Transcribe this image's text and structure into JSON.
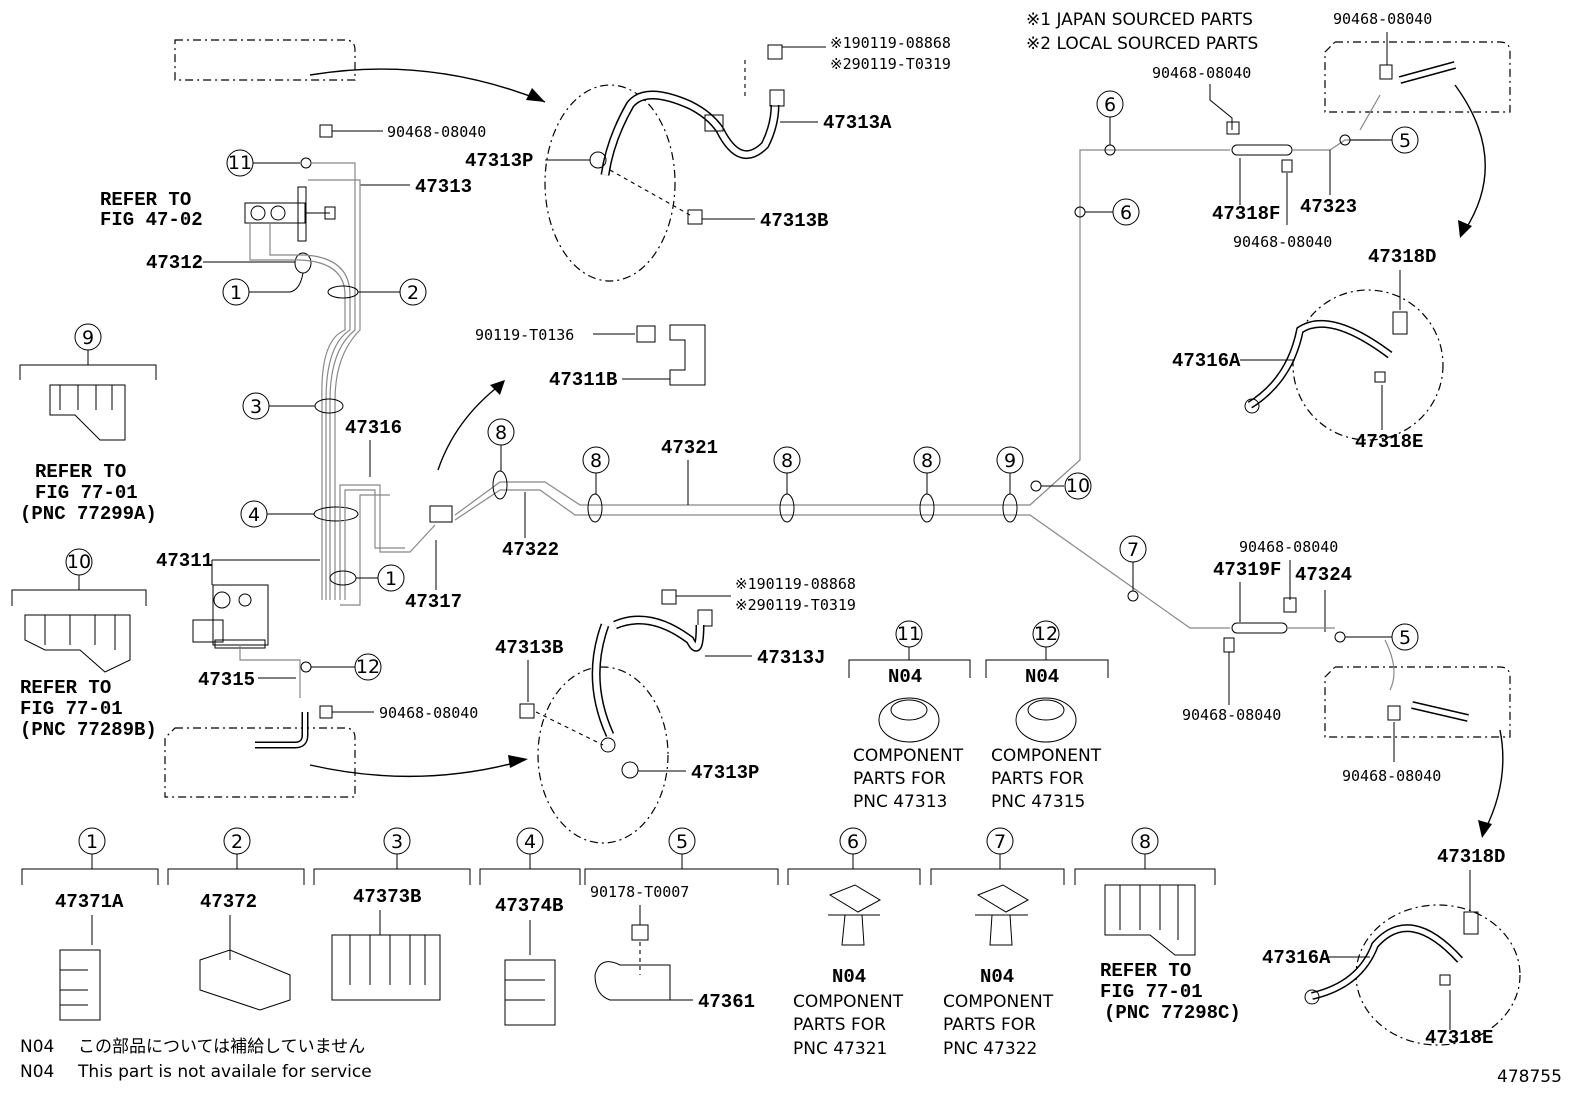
{
  "notes": {
    "japan": "※1 JAPAN SOURCED PARTS",
    "local": "※2 LOCAL SOURCED PARTS",
    "n04_jp_code": "N04",
    "n04_jp_text": "この部品については補給していません",
    "n04_en_code": "N04",
    "n04_en_text": "This part is not availale for service",
    "figure_number": "478755"
  },
  "parts": {
    "p47313": "47313",
    "p47313A": "47313A",
    "p47313P_top": "47313P",
    "p47313B_top": "47313B",
    "p47313B_bot": "47313B",
    "p47313J": "47313J",
    "p47313P_bot": "47313P",
    "p47312": "47312",
    "p47316": "47316",
    "p47311": "47311",
    "p47315": "47315",
    "p47317": "47317",
    "p47322": "47322",
    "p47321": "47321",
    "p47311B": "47311B",
    "p47318F": "47318F",
    "p47323": "47323",
    "p47318D_top": "47318D",
    "p47316A_top": "47316A",
    "p47318E_top": "47318E",
    "p47319F": "47319F",
    "p47324": "47324",
    "p47318D_bot": "47318D",
    "p47316A_bot": "47316A",
    "p47318E_bot": "47318E",
    "s90468_1": "90468-08040",
    "s90468_2": "90468-08040",
    "s90468_3": "90468-08040",
    "s90468_4": "90468-08040",
    "s90468_5": "90468-08040",
    "s90468_6": "90468-08040",
    "s90468_7": "90468-08040",
    "s90468_8": "90468-08040",
    "s90119_1a": "※190119-08868",
    "s90119_1b": "※290119-T0319",
    "s90119_2a": "※190119-08868",
    "s90119_2b": "※290119-T0319",
    "s90119_T0136": "90119-T0136",
    "s90178": "90178-T0007",
    "p47361": "47361"
  },
  "refs": {
    "fig4702_a": "REFER TO",
    "fig4702_b": "FIG 47-02",
    "c9_a": "REFER TO",
    "c9_b": "FIG 77-01",
    "c9_c": "(PNC 77299A)",
    "c10_a": "REFER TO",
    "c10_b": "FIG 77-01",
    "c10_c": "(PNC 77289B)",
    "c8_a": "REFER TO",
    "c8_b": "FIG 77-01",
    "c8_c": "(PNC 77298C)"
  },
  "legend": {
    "c1": "47371A",
    "c2": "47372",
    "c3": "47373B",
    "c4": "47374B",
    "c6_code": "N04",
    "c6_l1": "COMPONENT",
    "c6_l2": "PARTS FOR",
    "c6_l3": "PNC 47321",
    "c7_code": "N04",
    "c7_l1": "COMPONENT",
    "c7_l2": "PARTS FOR",
    "c7_l3": "PNC 47322",
    "c11_code": "N04",
    "c11_l1": "COMPONENT",
    "c11_l2": "PARTS FOR",
    "c11_l3": "PNC 47313",
    "c12_code": "N04",
    "c12_l1": "COMPONENT",
    "c12_l2": "PARTS FOR",
    "c12_l3": "PNC 47315"
  },
  "callouts": {
    "n1": "1",
    "n2": "2",
    "n3": "3",
    "n4": "4",
    "n5": "5",
    "n6": "6",
    "n7": "7",
    "n8": "8",
    "n9": "9",
    "n10": "10",
    "n11": "11",
    "n12": "12"
  }
}
